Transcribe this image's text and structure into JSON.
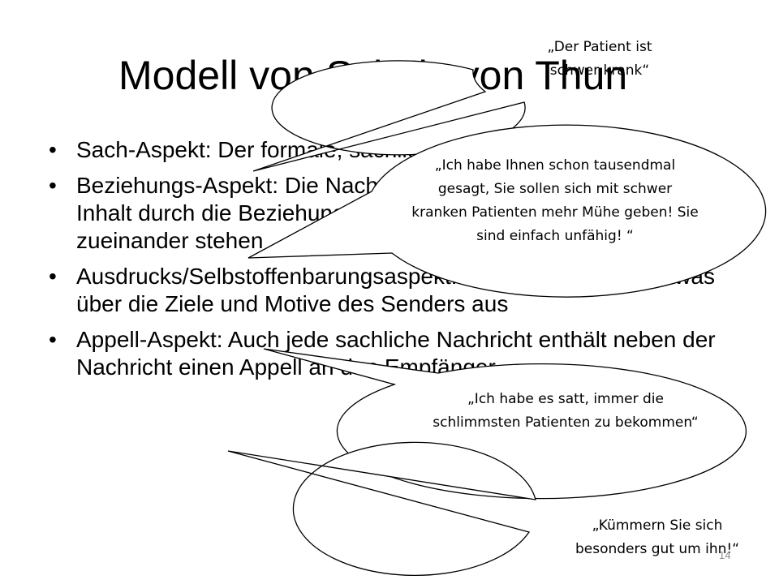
{
  "slide": {
    "title": "Modell von Schulz von Thun",
    "page_number": "14",
    "bullets": [
      {
        "marker": "•",
        "text": "Sach-Aspekt: Der formale, sachliche Inhalt der Nachricht"
      },
      {
        "marker": "•",
        "text": "Beziehungs-Aspekt: Die Nachricht bekommt einen zusätzlichen Inhalt durch die Beziehung, in der Sender und Empfänger zueinander stehen"
      },
      {
        "marker": "•",
        "text": "Ausdrucks/Selbstoffenbarungsaspekt: Die Nachricht sagt etwas über die Ziele und Motive des Senders aus"
      },
      {
        "marker": "•",
        "text": "Appell-Aspekt: Auch jede sachliche Nachricht enthält neben der Nachricht einen Appell an den Empfänger"
      }
    ],
    "callouts": [
      {
        "text": "„Der Patient ist schwer krank“"
      },
      {
        "text": "„Ich habe Ihnen schon tausendmal gesagt, Sie sollen sich mit schwer kranken Patienten mehr Mühe geben! Sie sind einfach unfähig! “"
      },
      {
        "text": "„Ich habe es satt, immer die schlimmsten Patienten zu bekommen“"
      },
      {
        "text": "„Kümmern Sie sich besonders gut um ihn!“"
      }
    ]
  }
}
